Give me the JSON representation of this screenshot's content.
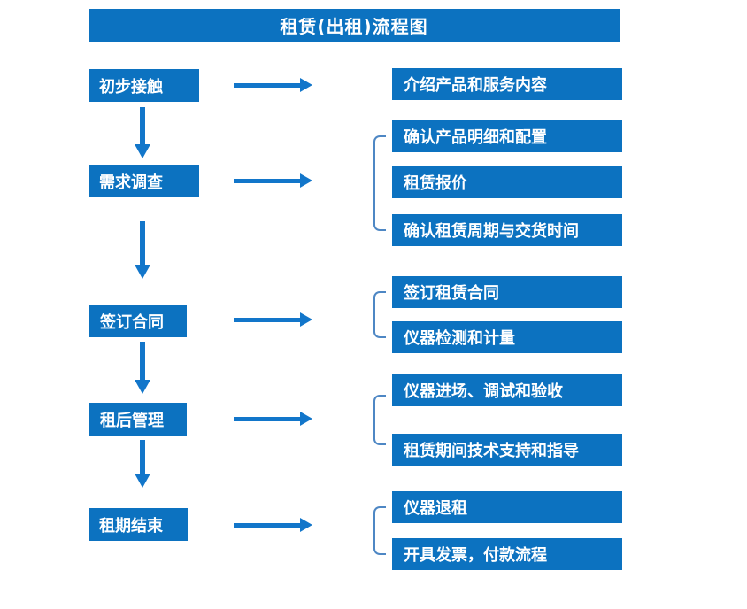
{
  "title": "租赁(出租)流程图",
  "colors": {
    "box_blue": "#0c72c0",
    "arrow_blue": "#1276ca",
    "bracket_blue": "#4e87c4",
    "text_white": "#ffffff",
    "background": "#ffffff"
  },
  "steps": [
    {
      "label": "初步接触",
      "details": [
        "介绍产品和服务内容"
      ]
    },
    {
      "label": "需求调查",
      "details": [
        "确认产品明细和配置",
        "租赁报价",
        "确认租赁周期与交货时间"
      ]
    },
    {
      "label": "签订合同",
      "details": [
        "签订租赁合同",
        "仪器检测和计量"
      ]
    },
    {
      "label": "租后管理",
      "details": [
        "仪器进场、调试和验收",
        "租赁期间技术支持和指导"
      ]
    },
    {
      "label": "租期结束",
      "details": [
        "仪器退租",
        "开具发票，付款流程"
      ]
    }
  ]
}
